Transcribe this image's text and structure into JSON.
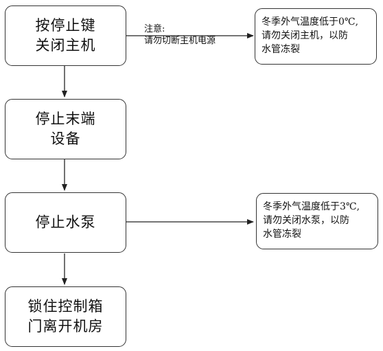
{
  "steps": [
    {
      "lines": [
        "按停止键",
        "关闭主机"
      ]
    },
    {
      "lines": [
        "停止末端",
        "设备"
      ]
    },
    {
      "lines": [
        "停止水泵"
      ]
    },
    {
      "lines": [
        "锁住控制箱",
        "门离开机房"
      ]
    }
  ],
  "notes": [
    {
      "lines": [
        "冬季外气温度低于0℃,",
        "请勿关闭主机，以防",
        "水管冻裂"
      ]
    },
    {
      "lines": [
        "冬季外气温度低于3℃,",
        "请勿关闭水泵，以防",
        "水管冻裂"
      ]
    }
  ],
  "arrow_caption": {
    "title": "注意:",
    "text": "请勿切断主机电源"
  }
}
